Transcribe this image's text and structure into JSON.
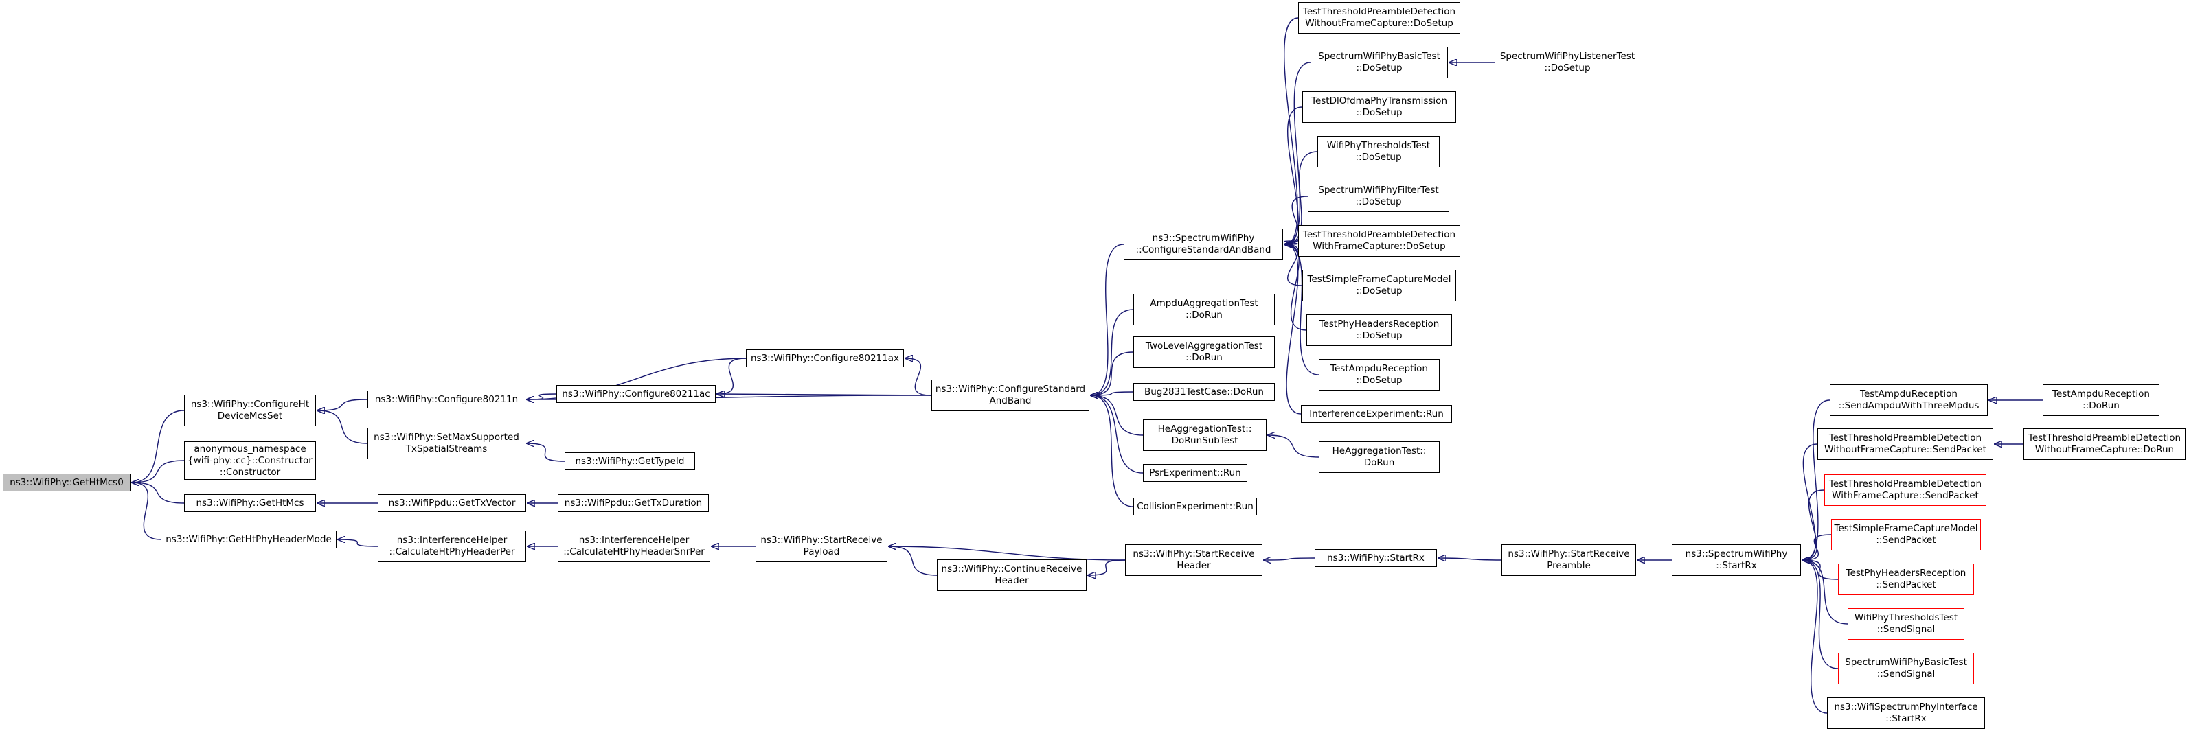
{
  "graph": {
    "edge_color": "#191970",
    "highlight_fill": "#bfbfbf",
    "truncated_border_color": "#ff0000",
    "nodes": [
      {
        "id": "n0",
        "lines": [
          "ns3::WifiPhy::GetHtMcs0"
        ],
        "role": "root"
      },
      {
        "id": "n1",
        "lines": [
          "ns3::WifiPhy::ConfigureHt",
          "DeviceMcsSet"
        ]
      },
      {
        "id": "n2",
        "lines": [
          "anonymous_namespace",
          "{wifi-phy::cc}::Constructor",
          "::Constructor"
        ]
      },
      {
        "id": "n3",
        "lines": [
          "ns3::WifiPhy::GetHtMcs"
        ]
      },
      {
        "id": "n4",
        "lines": [
          "ns3::WifiPhy::GetHtPhyHeaderMode"
        ]
      },
      {
        "id": "n5",
        "lines": [
          "ns3::WifiPhy::Configure80211n"
        ]
      },
      {
        "id": "n6",
        "lines": [
          "ns3::WifiPhy::SetMaxSupported",
          "TxSpatialStreams"
        ]
      },
      {
        "id": "n7",
        "lines": [
          "ns3::WifiPpdu::GetTxVector"
        ]
      },
      {
        "id": "n8",
        "lines": [
          "ns3::InterferenceHelper",
          "::CalculateHtPhyHeaderPer"
        ]
      },
      {
        "id": "n9",
        "lines": [
          "ns3::WifiPhy::Configure80211ac"
        ]
      },
      {
        "id": "n10",
        "lines": [
          "ns3::WifiPhy::GetTypeId"
        ]
      },
      {
        "id": "n11",
        "lines": [
          "ns3::WifiPpdu::GetTxDuration"
        ]
      },
      {
        "id": "n12",
        "lines": [
          "ns3::InterferenceHelper",
          "::CalculateHtPhyHeaderSnrPer"
        ]
      },
      {
        "id": "n13",
        "lines": [
          "ns3::WifiPhy::Configure80211ax"
        ]
      },
      {
        "id": "n14",
        "lines": [
          "ns3::WifiPhy::StartReceive",
          "Payload"
        ]
      },
      {
        "id": "n15",
        "lines": [
          "ns3::WifiPhy::ContinueReceive",
          "Header"
        ]
      },
      {
        "id": "n16",
        "lines": [
          "ns3::WifiPhy::ConfigureStandard",
          "AndBand"
        ]
      },
      {
        "id": "n17",
        "lines": [
          "ns3::SpectrumWifiPhy",
          "::ConfigureStandardAndBand"
        ]
      },
      {
        "id": "n18",
        "lines": [
          "AmpduAggregationTest",
          "::DoRun"
        ]
      },
      {
        "id": "n19",
        "lines": [
          "TwoLevelAggregationTest",
          "::DoRun"
        ]
      },
      {
        "id": "n20",
        "lines": [
          "Bug2831TestCase::DoRun"
        ]
      },
      {
        "id": "n21",
        "lines": [
          "HeAggregationTest::",
          "DoRunSubTest"
        ]
      },
      {
        "id": "n22",
        "lines": [
          "PsrExperiment::Run"
        ]
      },
      {
        "id": "n23",
        "lines": [
          "CollisionExperiment::Run"
        ]
      },
      {
        "id": "n24",
        "lines": [
          "ns3::WifiPhy::StartReceive",
          "Header"
        ]
      },
      {
        "id": "n25",
        "lines": [
          "TestThresholdPreambleDetection",
          "WithoutFrameCapture::DoSetup"
        ]
      },
      {
        "id": "n26",
        "lines": [
          "SpectrumWifiPhyBasicTest",
          "::DoSetup"
        ]
      },
      {
        "id": "n27",
        "lines": [
          "TestDlOfdmaPhyTransmission",
          "::DoSetup"
        ]
      },
      {
        "id": "n28",
        "lines": [
          "WifiPhyThresholdsTest",
          "::DoSetup"
        ]
      },
      {
        "id": "n29",
        "lines": [
          "SpectrumWifiPhyFilterTest",
          "::DoSetup"
        ]
      },
      {
        "id": "n30",
        "lines": [
          "TestThresholdPreambleDetection",
          "WithFrameCapture::DoSetup"
        ]
      },
      {
        "id": "n31",
        "lines": [
          "TestSimpleFrameCaptureModel",
          "::DoSetup"
        ]
      },
      {
        "id": "n32",
        "lines": [
          "TestPhyHeadersReception",
          "::DoSetup"
        ]
      },
      {
        "id": "n33",
        "lines": [
          "TestAmpduReception",
          "::DoSetup"
        ]
      },
      {
        "id": "n34",
        "lines": [
          "InterferenceExperiment::Run"
        ]
      },
      {
        "id": "n35",
        "lines": [
          "HeAggregationTest::",
          "DoRun"
        ]
      },
      {
        "id": "n36",
        "lines": [
          "ns3::WifiPhy::StartRx"
        ]
      },
      {
        "id": "n37",
        "lines": [
          "SpectrumWifiPhyListenerTest",
          "::DoSetup"
        ]
      },
      {
        "id": "n38",
        "lines": [
          "ns3::WifiPhy::StartReceive",
          "Preamble"
        ]
      },
      {
        "id": "n39",
        "lines": [
          "ns3::SpectrumWifiPhy",
          "::StartRx"
        ]
      },
      {
        "id": "n40",
        "lines": [
          "TestAmpduReception",
          "::SendAmpduWithThreeMpdus"
        ]
      },
      {
        "id": "n41",
        "lines": [
          "TestThresholdPreambleDetection",
          "WithoutFrameCapture::SendPacket"
        ]
      },
      {
        "id": "n42",
        "lines": [
          "TestThresholdPreambleDetection",
          "WithFrameCapture::SendPacket"
        ],
        "role": "truncated"
      },
      {
        "id": "n43",
        "lines": [
          "TestSimpleFrameCaptureModel",
          "::SendPacket"
        ],
        "role": "truncated"
      },
      {
        "id": "n44",
        "lines": [
          "TestPhyHeadersReception",
          "::SendPacket"
        ],
        "role": "truncated"
      },
      {
        "id": "n45",
        "lines": [
          "WifiPhyThresholdsTest",
          "::SendSignal"
        ],
        "role": "truncated"
      },
      {
        "id": "n46",
        "lines": [
          "SpectrumWifiPhyBasicTest",
          "::SendSignal"
        ],
        "role": "truncated"
      },
      {
        "id": "n47",
        "lines": [
          "ns3::WifiSpectrumPhyInterface",
          "::StartRx"
        ]
      },
      {
        "id": "n48",
        "lines": [
          "TestAmpduReception",
          "::DoRun"
        ]
      },
      {
        "id": "n49",
        "lines": [
          "TestThresholdPreambleDetection",
          "WithoutFrameCapture::DoRun"
        ]
      }
    ],
    "edges": [
      [
        "n1",
        "n0"
      ],
      [
        "n2",
        "n0"
      ],
      [
        "n3",
        "n0"
      ],
      [
        "n4",
        "n0"
      ],
      [
        "n5",
        "n1"
      ],
      [
        "n6",
        "n1"
      ],
      [
        "n7",
        "n3"
      ],
      [
        "n8",
        "n4"
      ],
      [
        "n9",
        "n5"
      ],
      [
        "n13",
        "n5"
      ],
      [
        "n16",
        "n5"
      ],
      [
        "n10",
        "n6"
      ],
      [
        "n11",
        "n7"
      ],
      [
        "n12",
        "n8"
      ],
      [
        "n13",
        "n9"
      ],
      [
        "n16",
        "n9"
      ],
      [
        "n16",
        "n13"
      ],
      [
        "n14",
        "n12"
      ],
      [
        "n15",
        "n14"
      ],
      [
        "n24",
        "n14"
      ],
      [
        "n24",
        "n15"
      ],
      [
        "n17",
        "n16"
      ],
      [
        "n18",
        "n16"
      ],
      [
        "n19",
        "n16"
      ],
      [
        "n20",
        "n16"
      ],
      [
        "n21",
        "n16"
      ],
      [
        "n22",
        "n16"
      ],
      [
        "n23",
        "n16"
      ],
      [
        "n25",
        "n17"
      ],
      [
        "n26",
        "n17"
      ],
      [
        "n27",
        "n17"
      ],
      [
        "n28",
        "n17"
      ],
      [
        "n29",
        "n17"
      ],
      [
        "n30",
        "n17"
      ],
      [
        "n31",
        "n17"
      ],
      [
        "n32",
        "n17"
      ],
      [
        "n33",
        "n17"
      ],
      [
        "n34",
        "n17"
      ],
      [
        "n37",
        "n26"
      ],
      [
        "n35",
        "n21"
      ],
      [
        "n36",
        "n24"
      ],
      [
        "n38",
        "n36"
      ],
      [
        "n39",
        "n38"
      ],
      [
        "n40",
        "n39"
      ],
      [
        "n41",
        "n39"
      ],
      [
        "n42",
        "n39"
      ],
      [
        "n43",
        "n39"
      ],
      [
        "n44",
        "n39"
      ],
      [
        "n45",
        "n39"
      ],
      [
        "n46",
        "n39"
      ],
      [
        "n47",
        "n39"
      ],
      [
        "n48",
        "n40"
      ],
      [
        "n49",
        "n41"
      ]
    ]
  }
}
